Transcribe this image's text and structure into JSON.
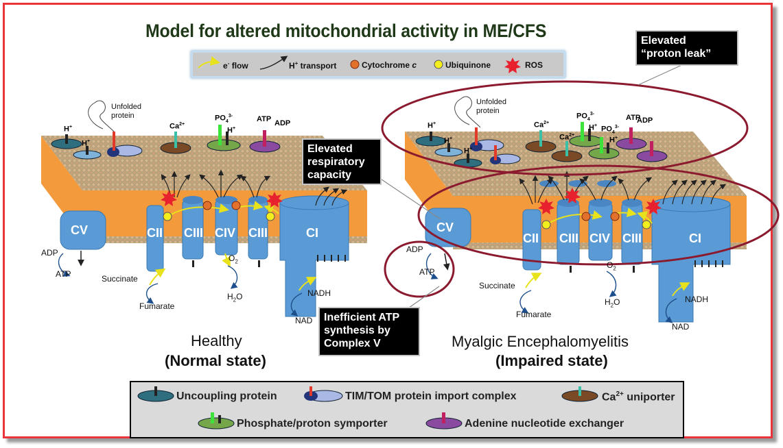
{
  "title": "Model for altered mitochondrial activity in ME/CFS",
  "legend_top": {
    "e_flow_prefix": "e",
    "e_flow_sup": "-",
    "e_flow_suffix": " flow",
    "h_transport_prefix": "H",
    "h_transport_sup": "+",
    "h_transport_suffix": " transport",
    "cytochrome": "Cytochrome ",
    "cytochrome_italic": "c",
    "ubiquinone": "Ubiquinone",
    "ros": "ROS"
  },
  "panels": {
    "left": {
      "state_name": "Healthy",
      "state_desc": "(Normal state)"
    },
    "right": {
      "state_name": "Myalgic Encephalomyelitis",
      "state_desc": "(Impaired state)"
    }
  },
  "labels": {
    "unfolded_protein_1": "Unfolded",
    "unfolded_protein_2": "protein",
    "ca": "Ca",
    "ca_sup": "2+",
    "po4": "PO",
    "po4_sub": "4",
    "po4_sup": "3-",
    "h": "H",
    "h_sup": "+",
    "atp": "ATP",
    "adp": "ADP",
    "succinate": "Succinate",
    "fumarate": "Fumarate",
    "nadh": "NADH",
    "nad": "NAD",
    "o2": "O",
    "o2_sub": "2",
    "h2o": "H",
    "h2o_sub": "2",
    "h2o_end": "O",
    "complexes": [
      "CV",
      "CII",
      "CIII",
      "CIV",
      "CIII",
      "CI"
    ]
  },
  "callouts": {
    "proton_leak": [
      "Elevated",
      "“proton leak”"
    ],
    "respiratory": [
      "Elevated",
      "respiratory",
      "capacity"
    ],
    "atp_synthesis": [
      "Inefficient ATP",
      "synthesis by",
      "Complex V"
    ]
  },
  "legend_bottom": {
    "uncoupling": "Uncoupling protein",
    "tim_tom": "TIM/TOM protein import complex",
    "ca_uniporter_prefix": "Ca",
    "ca_uniporter_sup": "2+",
    "ca_uniporter_suffix": " uniporter",
    "phosphate": "Phosphate/proton symporter",
    "adenine": "Adenine nucleotide exchanger"
  },
  "colors": {
    "frame": "#e8343a",
    "membrane": "#f39a3c",
    "complex": "#5b9bd5",
    "highlight_ellipse": "#8b1a2f",
    "ros": "#e8212e",
    "ubiquinone": "#f4ef1c",
    "cytochrome": "#e2712b"
  }
}
